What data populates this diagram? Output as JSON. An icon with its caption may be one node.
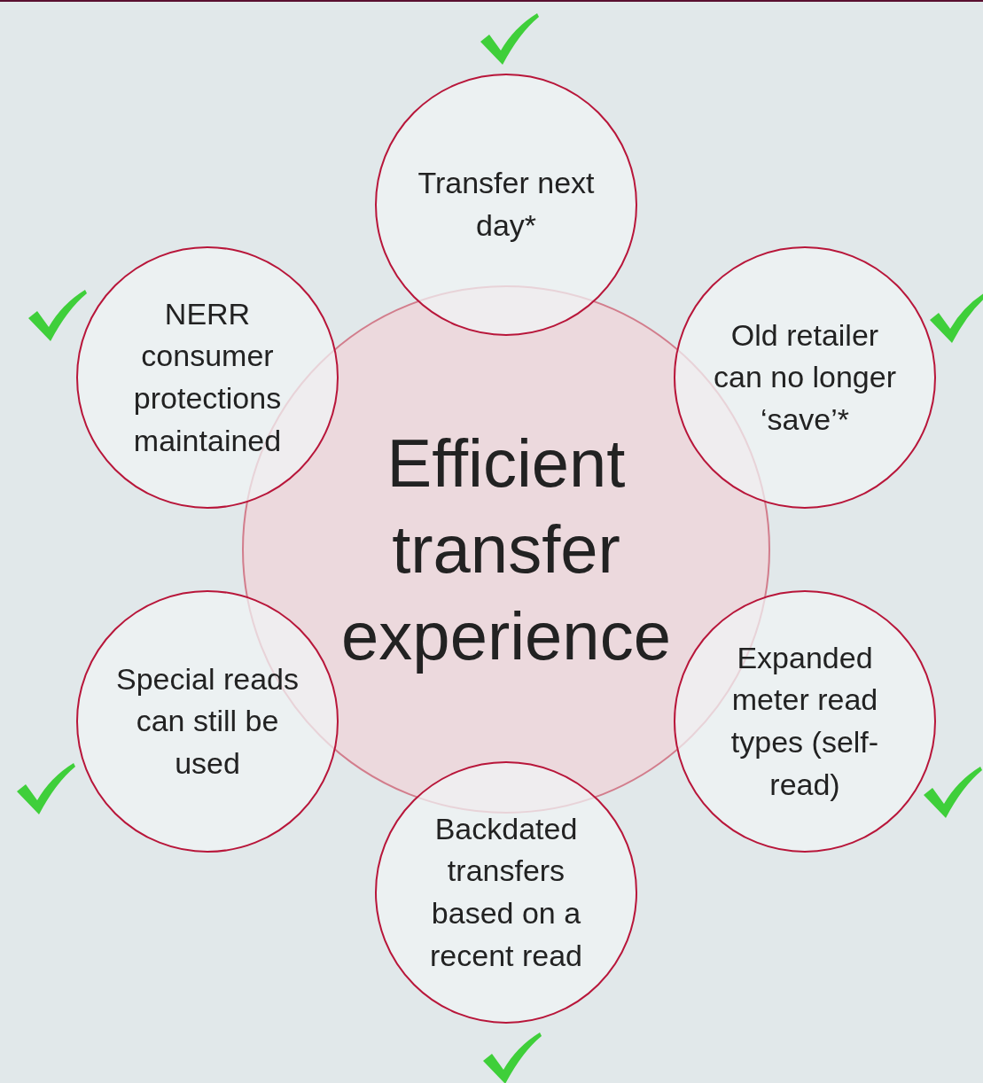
{
  "diagram": {
    "nodes": [
      {
        "text": [
          "Transfer next day*"
        ]
      },
      {
        "text": [
          "NERR consumer protections maintained"
        ]
      },
      {
        "text": [
          "Old retailer can no longer ‘save’*"
        ]
      },
      {
        "text": [
          "Efficient transfer experience"
        ]
      },
      {
        "text": [
          "Special reads can still be used"
        ]
      },
      {
        "text": [
          "Expanded meter read types (self-read)"
        ]
      },
      {
        "text": [
          "Backdated transfers based on a recent read"
        ]
      }
    ]
  }
}
